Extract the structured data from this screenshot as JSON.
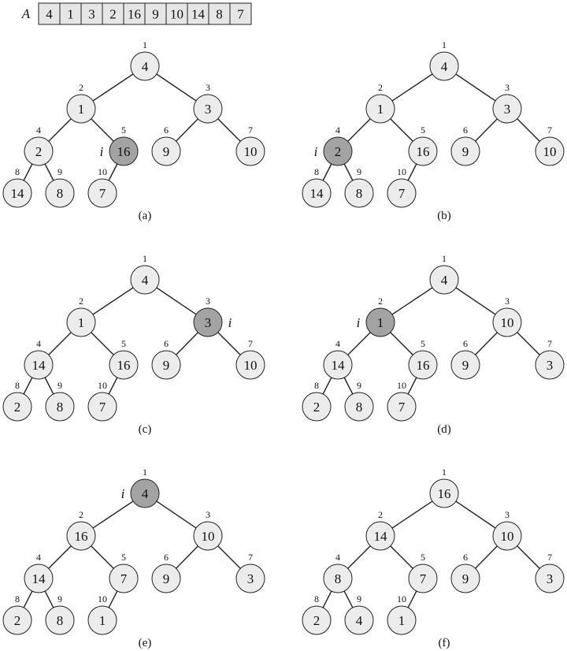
{
  "array": {
    "label": "A",
    "values": [
      "4",
      "1",
      "3",
      "2",
      "16",
      "9",
      "10",
      "14",
      "8",
      "7"
    ]
  },
  "pointer_label": "i",
  "colors": {
    "node_fill": "#ececec",
    "highlight_fill": "#a3a3a3",
    "stroke": "#222222",
    "array_fill": "#e6e6e6"
  },
  "index_labels": [
    "1",
    "2",
    "3",
    "4",
    "5",
    "6",
    "7",
    "8",
    "9",
    "10"
  ],
  "panels": [
    {
      "caption": "(a)",
      "values": [
        "4",
        "1",
        "3",
        "2",
        "16",
        "9",
        "10",
        "14",
        "8",
        "7"
      ],
      "highlight": 5,
      "pointer_side": "left"
    },
    {
      "caption": "(b)",
      "values": [
        "4",
        "1",
        "3",
        "2",
        "16",
        "9",
        "10",
        "14",
        "8",
        "7"
      ],
      "highlight": 4,
      "pointer_side": "left"
    },
    {
      "caption": "(c)",
      "values": [
        "4",
        "1",
        "3",
        "14",
        "16",
        "9",
        "10",
        "2",
        "8",
        "7"
      ],
      "highlight": 3,
      "pointer_side": "right"
    },
    {
      "caption": "(d)",
      "values": [
        "4",
        "1",
        "10",
        "14",
        "16",
        "9",
        "3",
        "2",
        "8",
        "7"
      ],
      "highlight": 2,
      "pointer_side": "left"
    },
    {
      "caption": "(e)",
      "values": [
        "4",
        "16",
        "10",
        "14",
        "7",
        "9",
        "3",
        "2",
        "8",
        "1"
      ],
      "highlight": 1,
      "pointer_side": "left"
    },
    {
      "caption": "(f)",
      "values": [
        "16",
        "14",
        "10",
        "8",
        "7",
        "9",
        "3",
        "2",
        "4",
        "1"
      ],
      "highlight": 0,
      "pointer_side": "left"
    }
  ]
}
